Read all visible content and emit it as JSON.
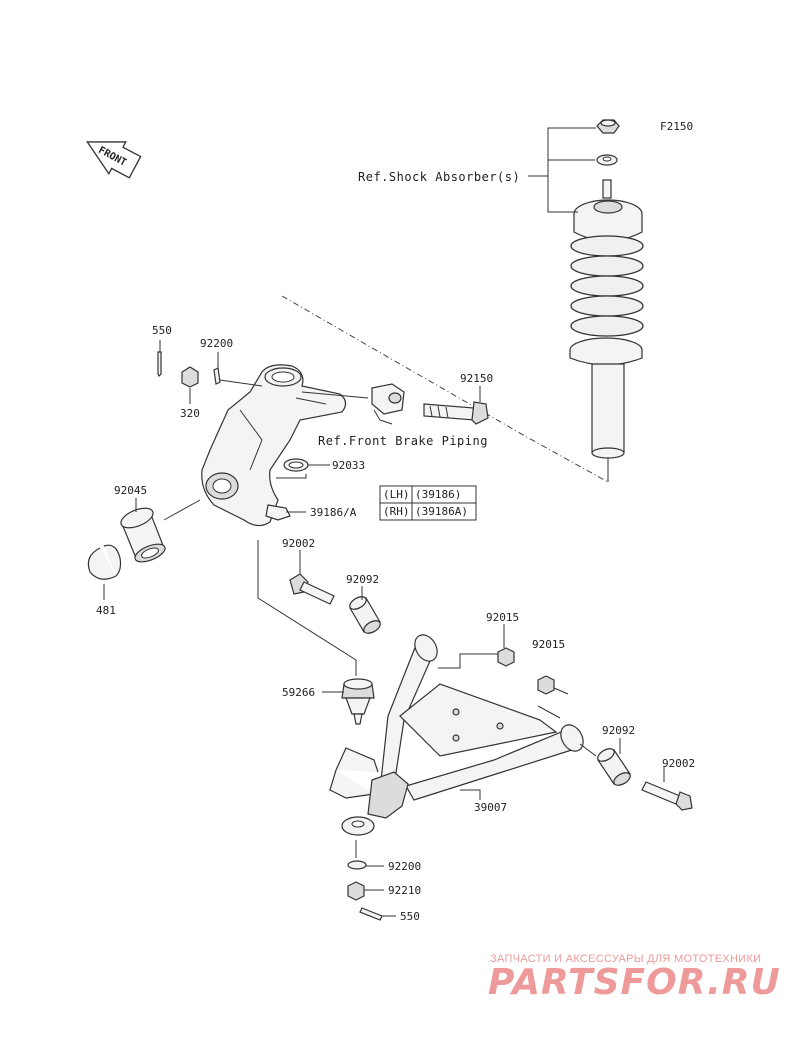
{
  "figure_code": "F2150",
  "front_label": "FRONT",
  "references": {
    "shock_absorber": "Ref.Shock Absorber(s)",
    "brake_piping": "Ref.Front Brake Piping"
  },
  "parts": {
    "p550_top": "550",
    "p92200_top": "92200",
    "p320": "320",
    "p92150": "92150",
    "p92033": "92033",
    "p39186": "39186/A",
    "p92045": "92045",
    "p481": "481",
    "p92002_top": "92002",
    "p92092_left": "92092",
    "p92015_a": "92015",
    "p92015_b": "92015",
    "p59266": "59266",
    "p92092_right": "92092",
    "p92002_right": "92002",
    "p39007": "39007",
    "p92200_bottom": "92200",
    "p92210": "92210",
    "p550_bottom": "550"
  },
  "variant_table": [
    {
      "side": "(LH)",
      "part": "(39186)"
    },
    {
      "side": "(RH)",
      "part": "(39186A)"
    }
  ],
  "watermark": {
    "tagline": "ЗАПЧАСТИ И АКСЕССУАРЫ ДЛЯ МОТОТЕХНИКИ",
    "brand": "PARTSFOR.RU"
  }
}
